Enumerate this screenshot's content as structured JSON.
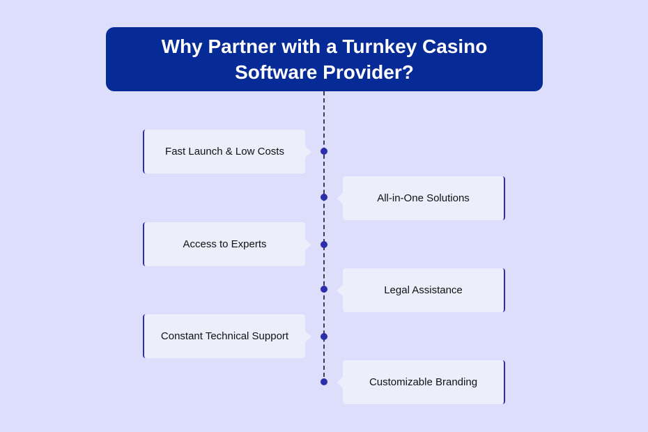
{
  "title": "Why Partner with a Turnkey Casino Software Provider?",
  "items": [
    {
      "label": "Fast Launch & Low Costs",
      "side": "left"
    },
    {
      "label": "All-in-One Solutions",
      "side": "right"
    },
    {
      "label": "Access to Experts",
      "side": "left"
    },
    {
      "label": "Legal Assistance",
      "side": "right"
    },
    {
      "label": "Constant Technical Support",
      "side": "left"
    },
    {
      "label": "Customizable Branding",
      "side": "right"
    }
  ],
  "colors": {
    "background": "#dcdefb",
    "banner": "#062a96",
    "card": "#eceefc",
    "accent": "#2b2ea8"
  }
}
